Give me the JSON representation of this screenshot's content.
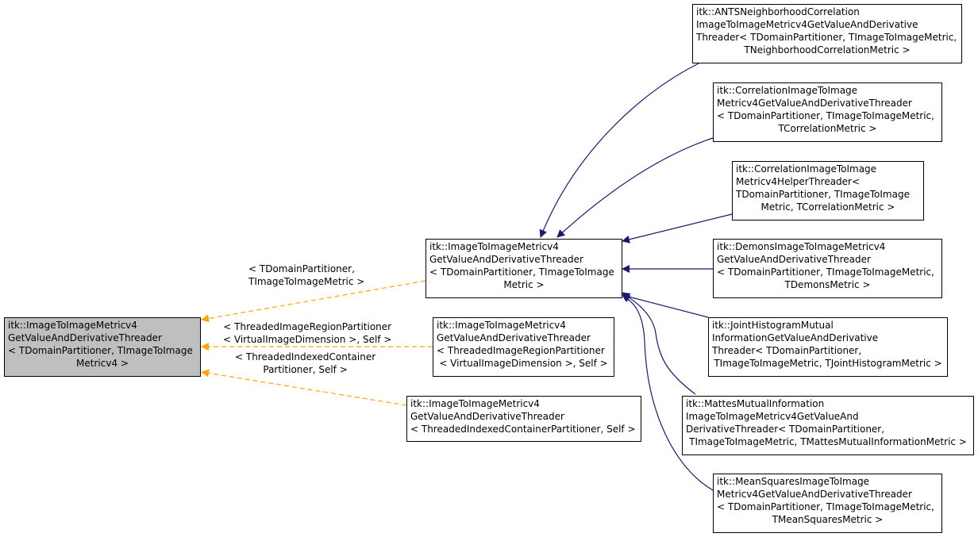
{
  "root_node": {
    "lines": [
      "itk::ImageToImageMetricv4",
      "GetValueAndDerivativeThreader",
      "< TDomainPartitioner, TImageToImage",
      "Metricv4 >"
    ]
  },
  "mid_nodes": [
    {
      "id": "m1",
      "lines": [
        "itk::ImageToImageMetricv4",
        "GetValueAndDerivativeThreader",
        "< TDomainPartitioner, TImageToImage",
        "Metric >"
      ]
    },
    {
      "id": "m2",
      "lines": [
        "itk::ImageToImageMetricv4",
        "GetValueAndDerivativeThreader",
        "< ThreadedImageRegionPartitioner",
        "< VirtualImageDimension >, Self >"
      ]
    },
    {
      "id": "m3",
      "lines": [
        "itk::ImageToImageMetricv4",
        "GetValueAndDerivativeThreader",
        "< ThreadedIndexedContainerPartitioner, Self >"
      ]
    }
  ],
  "right_nodes": [
    {
      "id": "r1",
      "lines": [
        "itk::ANTSNeighborhoodCorrelation",
        "ImageToImageMetricv4GetValueAndDerivative",
        "Threader< TDomainPartitioner, TImageToImageMetric,",
        "TNeighborhoodCorrelationMetric >"
      ]
    },
    {
      "id": "r2",
      "lines": [
        "itk::CorrelationImageToImage",
        "Metricv4GetValueAndDerivativeThreader",
        "< TDomainPartitioner, TImageToImageMetric,",
        "TCorrelationMetric >"
      ]
    },
    {
      "id": "r3",
      "lines": [
        "itk::CorrelationImageToImage",
        "Metricv4HelperThreader<",
        "TDomainPartitioner, TImageToImage",
        "Metric, TCorrelationMetric >"
      ]
    },
    {
      "id": "r4",
      "lines": [
        "itk::DemonsImageToImageMetricv4",
        "GetValueAndDerivativeThreader",
        "< TDomainPartitioner, TImageToImageMetric,",
        "TDemonsMetric >"
      ]
    },
    {
      "id": "r5",
      "lines": [
        "itk::JointHistogramMutual",
        "InformationGetValueAndDerivative",
        "Threader< TDomainPartitioner,",
        "TImageToImageMetric, TJointHistogramMetric >"
      ]
    },
    {
      "id": "r6",
      "lines": [
        "itk::MattesMutualInformation",
        "ImageToImageMetricv4GetValueAnd",
        "DerivativeThreader< TDomainPartitioner,",
        "TImageToImageMetric, TMattesMutualInformationMetric >"
      ]
    },
    {
      "id": "r7",
      "lines": [
        "itk::MeanSquaresImageToImage",
        "Metricv4GetValueAndDerivativeThreader",
        "< TDomainPartitioner, TImageToImageMetric,",
        "TMeanSquaresMetric >"
      ]
    }
  ],
  "edge_labels": [
    {
      "id": "e1",
      "lines": [
        "< TDomainPartitioner,",
        "TImageToImageMetric >"
      ]
    },
    {
      "id": "e2",
      "lines": [
        "< ThreadedImageRegionPartitioner",
        "< VirtualImageDimension >, Self >"
      ]
    },
    {
      "id": "e3",
      "lines": [
        "< ThreadedIndexedContainer",
        "Partitioner, Self >"
      ]
    }
  ],
  "colors": {
    "inheritance_edge": "#191970",
    "template_edge": "#ffa500",
    "root_fill": "#bfbfbf"
  }
}
